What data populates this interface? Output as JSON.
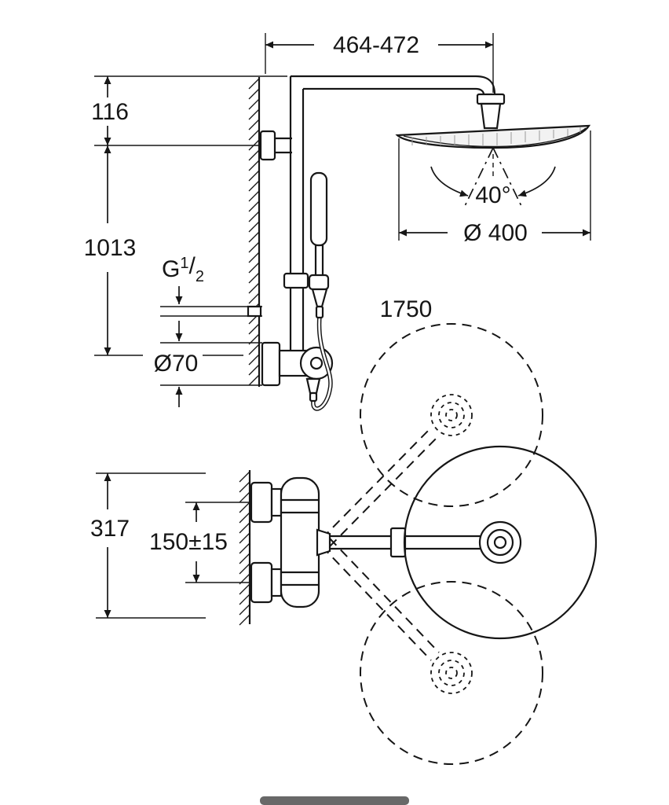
{
  "colors": {
    "line": "#161616",
    "background": "#ffffff",
    "head_shading": "#f2f2f2"
  },
  "labels": {
    "width_top": "464-472",
    "offset_116": "116",
    "height_1013": "1013",
    "thread": {
      "prefix": "G",
      "sup": "1",
      "slash": "/",
      "sub": "2"
    },
    "escutcheon_dia": "Ø70",
    "hose_length": "1750",
    "spray_angle": "40°",
    "head_dia": "Ø 400",
    "height_317": "317",
    "centers": "150±15"
  }
}
